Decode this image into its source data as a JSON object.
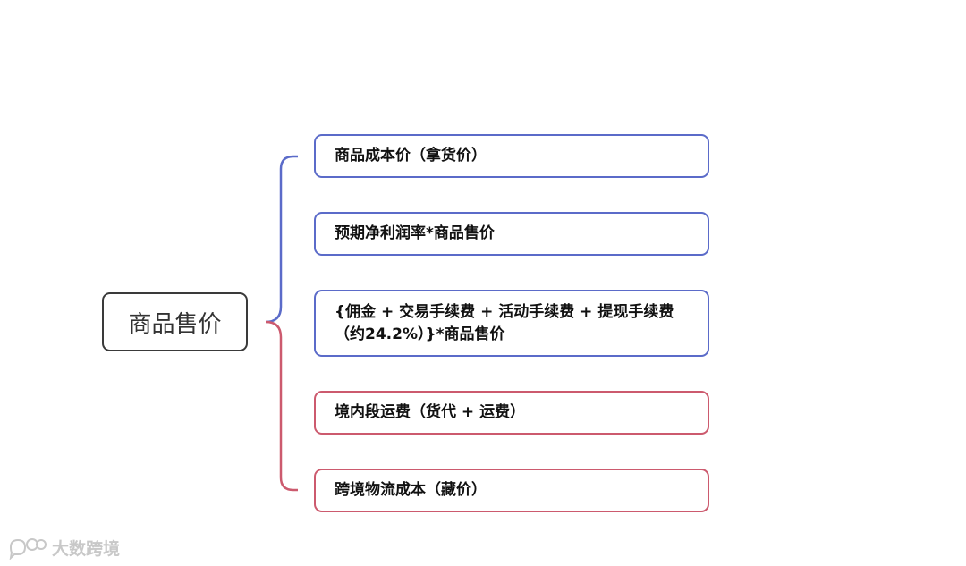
{
  "root": {
    "label": "商品售价"
  },
  "branches": [
    {
      "label": "商品成本价（拿货价）",
      "group": "blue"
    },
    {
      "label": "预期净利润率*商品售价",
      "group": "blue"
    },
    {
      "label": "{佣金 + 交易手续费 + 活动手续费 + 提现手续费\n（约24.2%）}*商品售价",
      "group": "blue"
    },
    {
      "label": "境内段运费（货代 + 运费）",
      "group": "red"
    },
    {
      "label": "跨境物流成本（藏价）",
      "group": "red"
    }
  ],
  "colors": {
    "blue_branch": "#5b6bc9",
    "red_branch": "#cc5a6e",
    "root_border": "#3a3a3a"
  },
  "watermark": {
    "text": "大数跨境",
    "icon": "chat-bubbles-logo-icon"
  }
}
